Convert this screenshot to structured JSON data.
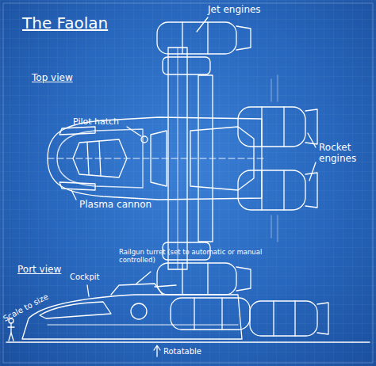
{
  "diagram": {
    "title": "The Faolan",
    "labels": [
      "Top view",
      "Jet engines",
      "Pilot hatch",
      "Rocket engines",
      "Plasma cannon",
      "Port view",
      "Railgun turret (set to automatic or manual controlled)",
      "Cockpit",
      "Scale to size",
      "Rotatable"
    ]
  }
}
